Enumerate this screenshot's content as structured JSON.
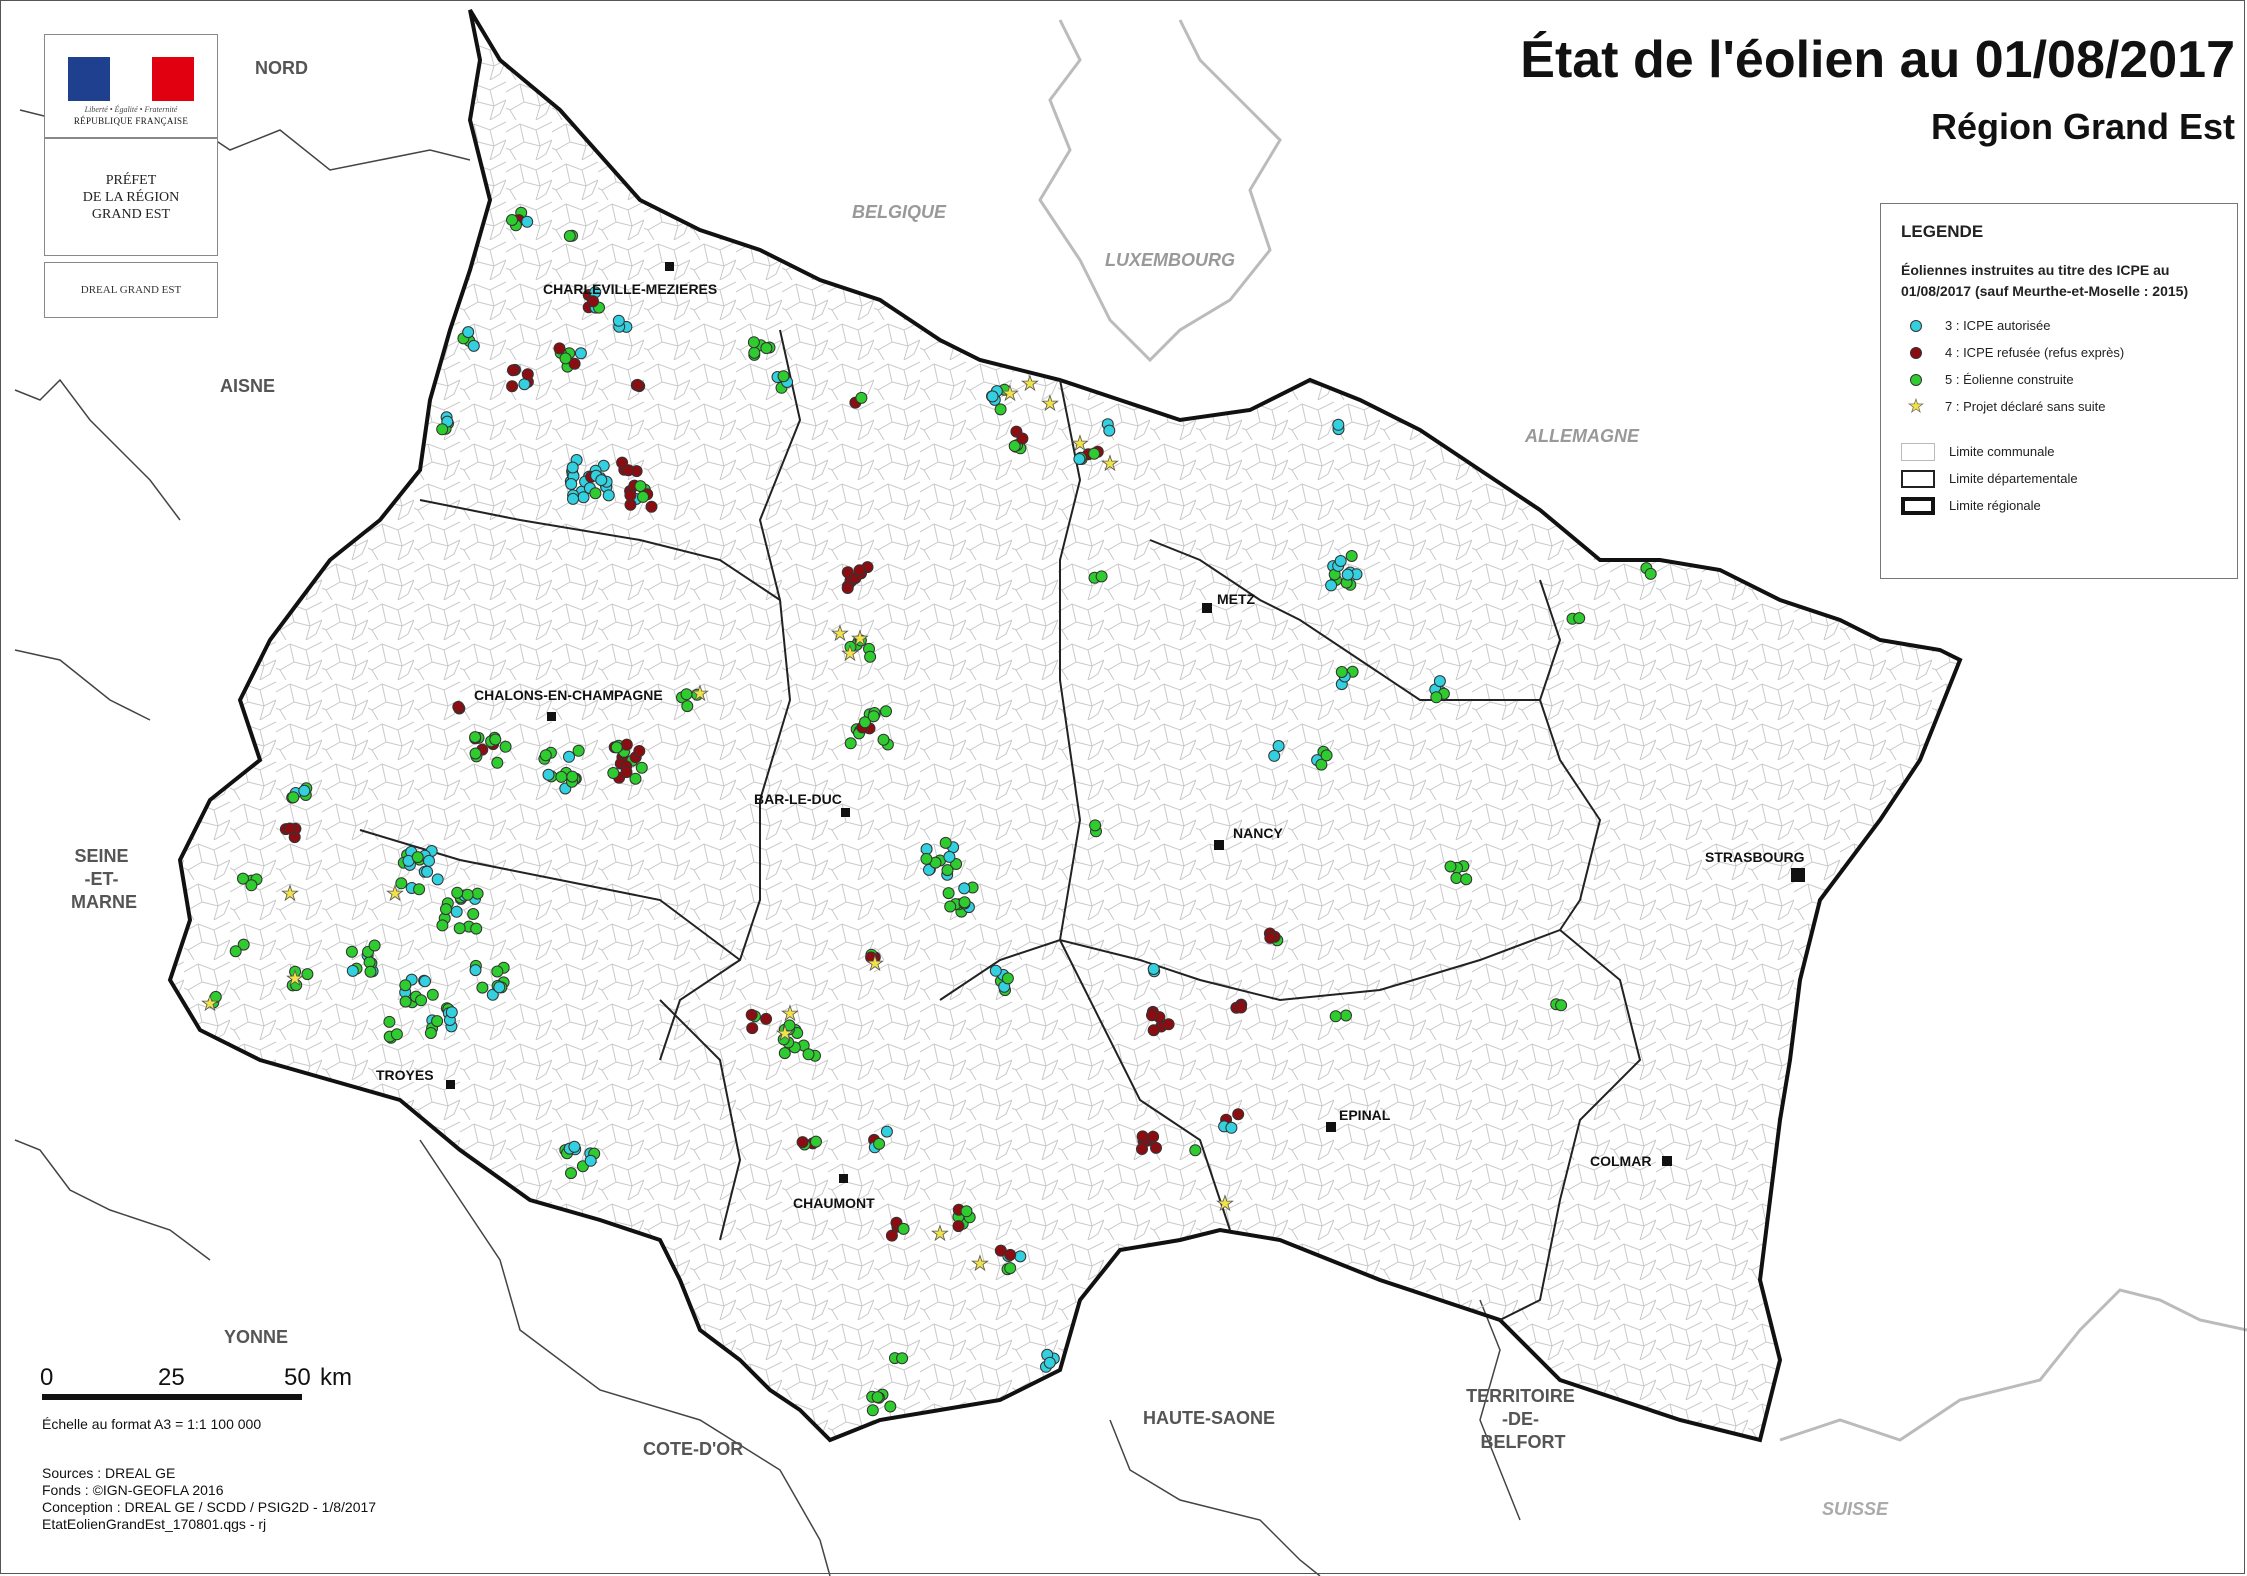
{
  "title": "État de l'éolien au 01/08/2017",
  "subtitle": "Région Grand Est",
  "logo": {
    "motto": "Liberté • Égalité • Fraternité",
    "republic": "RÉPUBLIQUE FRANÇAISE",
    "prefet": "PRÉFET\nDE LA RÉGION\nGRAND EST",
    "dreal": "DREAL GRAND EST",
    "colors": {
      "blue": "#1f3f8f",
      "white": "#ffffff",
      "red": "#e1000f"
    }
  },
  "legend": {
    "heading": "LEGENDE",
    "subtitle": "Éoliennes instruites au titre des ICPE au 01/08/2017 (sauf Meurthe-et-Moselle : 2015)",
    "items": [
      {
        "label": "3 : ICPE autorisée",
        "color": "#33d0e0",
        "shape": "circle"
      },
      {
        "label": "4 : ICPE refusée (refus exprès)",
        "color": "#8b0d12",
        "shape": "circle"
      },
      {
        "label": "5 : Éolienne construite",
        "color": "#2ecc2e",
        "shape": "circle"
      },
      {
        "label": "7 : Projet déclaré sans suite",
        "color": "#f2e24a",
        "shape": "star"
      }
    ],
    "limits": [
      {
        "label": "Limite communale",
        "stroke": "#bbbbbb",
        "width": 1
      },
      {
        "label": "Limite départementale",
        "stroke": "#222222",
        "width": 2
      },
      {
        "label": "Limite régionale",
        "stroke": "#111111",
        "width": 4
      }
    ]
  },
  "scale": {
    "ticks": [
      "0",
      "25",
      "50"
    ],
    "unit": "km",
    "note": "Échelle au format A3 = 1:1 100 000"
  },
  "credits": [
    "Sources : DREAL GE",
    "Fonds : ©IGN-GEOFLA 2016",
    "Conception : DREAL GE / SCDD / PSIG2D - 1/8/2017",
    "EtatEolienGrandEst_170801.qgs - rj"
  ],
  "neighbours": [
    {
      "name": "NORD",
      "italic": false
    },
    {
      "name": "AISNE",
      "italic": false
    },
    {
      "name": "BELGIQUE",
      "italic": true
    },
    {
      "name": "LUXEMBOURG",
      "italic": true
    },
    {
      "name": "ALLEMAGNE",
      "italic": true
    },
    {
      "name": "SEINE\n-ET-\nMARNE",
      "italic": false
    },
    {
      "name": "YONNE",
      "italic": false
    },
    {
      "name": "COTE-D'OR",
      "italic": false
    },
    {
      "name": "HAUTE-SAONE",
      "italic": false
    },
    {
      "name": "TERRITOIRE\n-DE-\nBELFORT",
      "italic": false
    },
    {
      "name": "SUISSE",
      "italic": true
    }
  ],
  "cities": [
    "CHARLEVILLE-MEZIERES",
    "CHALONS-EN-CHAMPAGNE",
    "BAR-LE-DUC",
    "METZ",
    "NANCY",
    "STRASBOURG",
    "TROYES",
    "EPINAL",
    "CHAUMONT",
    "COLMAR"
  ]
}
